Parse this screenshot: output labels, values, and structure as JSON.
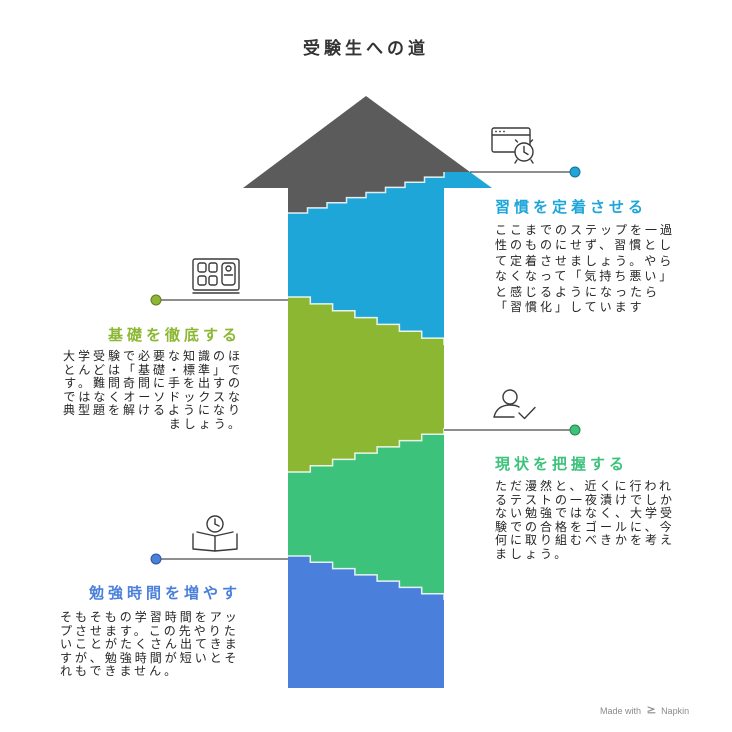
{
  "title": "受験生への道",
  "arrow": {
    "head_color": "#5b5b5b"
  },
  "steps": [
    {
      "id": "habit",
      "title": "習慣を定着させる",
      "color": "#1fa6d9",
      "icon": "browser-clock-icon",
      "lines": [
        "ここまでのステップを一過",
        "性のものにせず、習慣とし",
        "て定着させましょう。やら",
        "なくなって「気持ち悪い」",
        "と感じるようになったら",
        "「習慣化」しています"
      ]
    },
    {
      "id": "basics",
      "title": "基礎を徹底する",
      "color": "#8cb733",
      "icon": "building-grid-icon",
      "lines": [
        "大学受験で必要な知識のほ",
        "とんどは「基礎・標準」で",
        "す。難問奇問に手を出すの",
        "ではなくオーソドックスな",
        "典型題を解けるようになり",
        "ましょう。"
      ]
    },
    {
      "id": "status",
      "title": "現状を把握する",
      "color": "#3cc27b",
      "icon": "user-check-icon",
      "lines": [
        "ただ漫然と、近くに行われ",
        "るテストの一夜漬けでしか",
        "ない勉強ではなく、大学受",
        "験での合格をゴールに、今",
        "何に取り組むべきかを考え",
        "ましょう。"
      ]
    },
    {
      "id": "hours",
      "title": "勉強時間を増やす",
      "color": "#4a80dc",
      "icon": "clock-book-icon",
      "lines": [
        "そもそもの学習時間をアッ",
        "プさせます。この先やりた",
        "いことがたくさん出てきま",
        "すが、勉強時間が短いとそ",
        "れもできません。"
      ]
    }
  ],
  "footer": {
    "made_with": "Made with",
    "brand": "Napkin",
    "logo_icon": "napkin-logo-icon"
  }
}
